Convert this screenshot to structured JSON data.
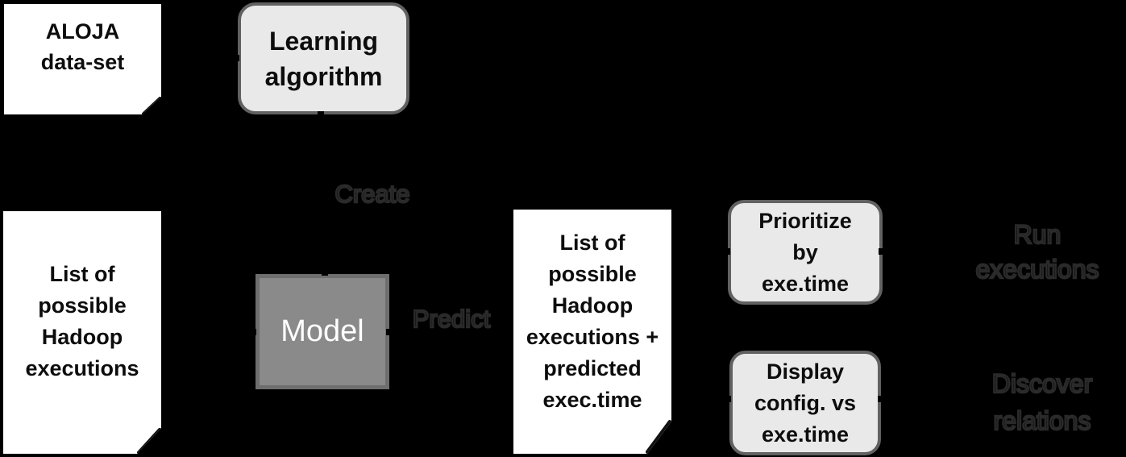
{
  "diagram": {
    "colors": {
      "background": "#000000",
      "note_fill": "#ffffff",
      "note_text": "#0d0d0d",
      "fold_fill": "#cccccc",
      "fold_outline": "#111111",
      "process_fill": "#e9e9e9",
      "process_border": "#616161",
      "process_text": "#0d0d0d",
      "model_fill": "#8a8a8a",
      "model_border": "#6e6e6e",
      "model_text": "#ffffff",
      "ghost_label_fill": "#000000",
      "ghost_label_outline": "#2a2a2a"
    },
    "notes": [
      {
        "id": "aloja-dataset",
        "text": "ALOJA\ndata-set"
      },
      {
        "id": "possible-executions",
        "text": "List of\npossible\nHadoop\nexecutions"
      },
      {
        "id": "predicted-executions",
        "text": "List of\npossible\nHadoop\nexecutions +\npredicted\nexec.time"
      }
    ],
    "processes": [
      {
        "id": "learning-algorithm",
        "text": "Learning\nalgorithm"
      },
      {
        "id": "prioritize-by-exetime",
        "text": "Prioritize\nby\nexe.time"
      },
      {
        "id": "display-config-vs-exetime",
        "text": "Display\nconfig. vs\nexe.time"
      }
    ],
    "model": {
      "text": "Model"
    },
    "edge_labels": [
      {
        "id": "create",
        "text": "Create"
      },
      {
        "id": "predict",
        "text": "Predict"
      },
      {
        "id": "run-executions",
        "text": "Run\nexecutions"
      },
      {
        "id": "discover-relations",
        "text": "Discover\nrelations"
      }
    ]
  }
}
